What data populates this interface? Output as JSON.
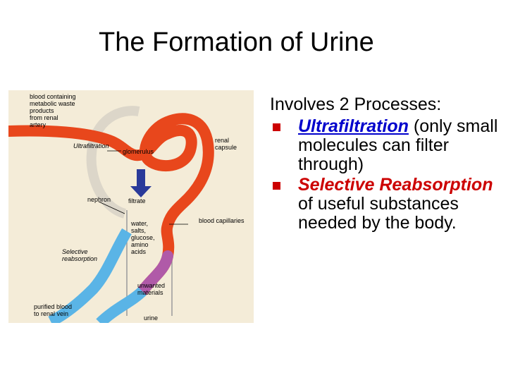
{
  "title": "The Formation of Urine",
  "intro": "Involves 2 Processes:",
  "bullets": [
    {
      "term": "Ultrafiltration",
      "rest": " (only small molecules can filter through)"
    },
    {
      "term": "Selective Reabsorption",
      "rest": " of useful substances needed by the body."
    }
  ],
  "diagram": {
    "blood_label": [
      "blood containing",
      "metabolic waste",
      "products",
      "from renal",
      "artery"
    ],
    "ultrafiltration": "Ultrafiltration",
    "glomerulus": "glomerulus",
    "renal_capsule": [
      "renal",
      "capsule"
    ],
    "nephron": "nephron",
    "filtrate": "filtrate",
    "blood_capillaries": "blood capillaries",
    "substances": [
      "water,",
      "salts,",
      "glucose,",
      "amino",
      "acids"
    ],
    "selective_reabsorption": [
      "Selective",
      "reabsorption"
    ],
    "unwanted": [
      "unwanted",
      "materials"
    ],
    "purified": [
      "purified blood",
      "to renal vein"
    ],
    "urine": "urine"
  },
  "colors": {
    "accent": "#cc0000",
    "link": "#0000cc",
    "artery": "#e8471c",
    "vein": "#5ab4e6",
    "panel": "#f4ecd8"
  }
}
